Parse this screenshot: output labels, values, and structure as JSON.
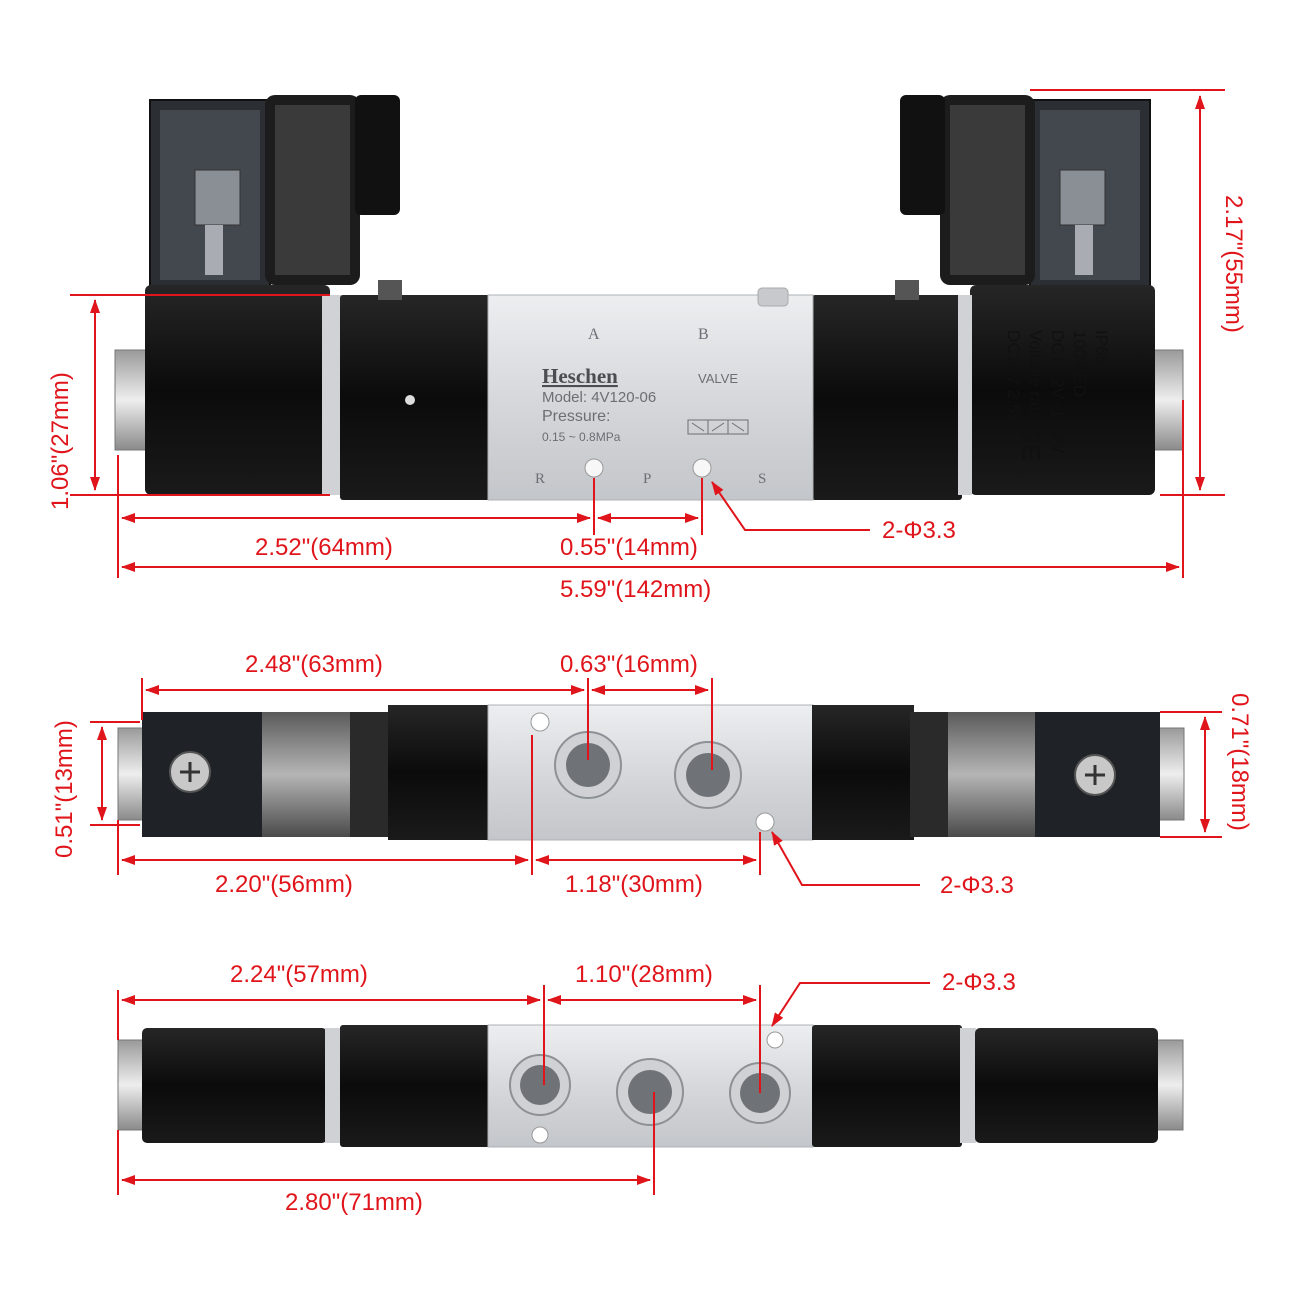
{
  "colors": {
    "dimension": "#e0151b",
    "coil": "#0e0e0e",
    "aluminum": "#d9dbde",
    "label_text": "#6b6e74",
    "brand_text": "#4a4d52"
  },
  "valve_label": {
    "brand": "Heschen",
    "valve": "VALVE",
    "model": "Model: 4V120-06",
    "pressure": "Pressure:",
    "pressure_range": "0.15 ~ 0.8MPa",
    "port_a": "A",
    "port_b": "B",
    "port_r": "R",
    "port_p": "P",
    "port_s": "S"
  },
  "coil_label": {
    "line1": "DC12V   2.5W",
    "line2": "Voltage  range:",
    "line3": "DC10.2V~13.2V",
    "line4": "100%ED",
    "line5": "IP65",
    "mark": "CE"
  },
  "front_view": {
    "height": "1.06\"(27mm)",
    "total_height": "2.17\"(55mm)",
    "port_to_end": "2.52\"(64mm)",
    "port_spacing": "0.55\"(14mm)",
    "holes": "2-Φ3.3",
    "total_length": "5.59\"(142mm)"
  },
  "top_view": {
    "length_a": "2.48\"(63mm)",
    "port_spacing": "0.63\"(16mm)",
    "width_inner": "0.51\"(13mm)",
    "width": "0.71\"(18mm)",
    "length_b": "2.20\"(56mm)",
    "hole_spacing": "1.18\"(30mm)",
    "holes": "2-Φ3.3"
  },
  "bottom_view": {
    "length_a": "2.24\"(57mm)",
    "port_spacing": "1.10\"(28mm)",
    "holes": "2-Φ3.3",
    "length_b": "2.80\"(71mm)"
  }
}
